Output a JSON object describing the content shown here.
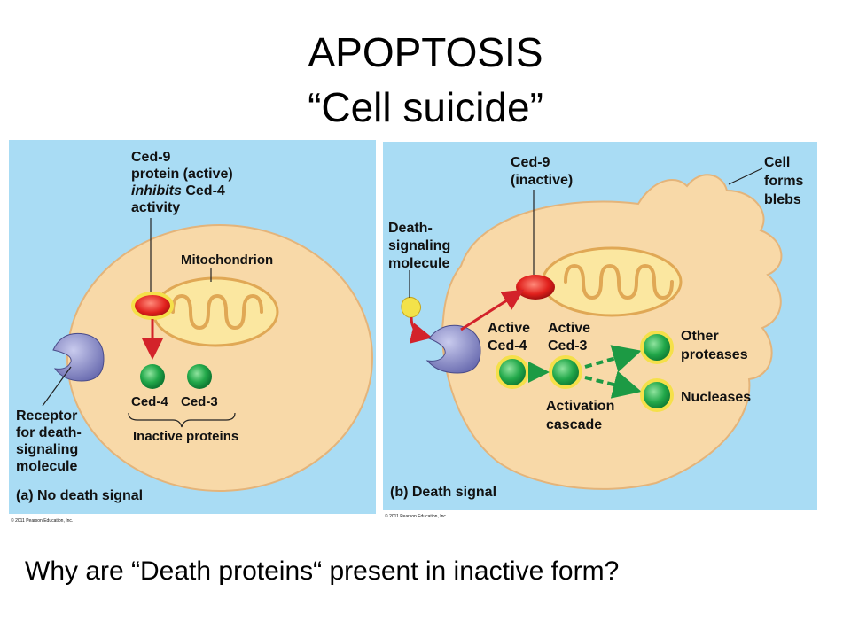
{
  "title": {
    "line1": "APOPTOSIS",
    "line2": "“Cell suicide”"
  },
  "question": "Why are “Death proteins“ present in inactive form?",
  "colors": {
    "panel_bg": "#a9dcf4",
    "cell_fill": "#f8d9a8",
    "cell_stroke": "#d9a86a",
    "mito_fill": "#fbe7a0",
    "ced9": "#e0201c",
    "green": "#1ea84a",
    "receptor": "#8e8fc9",
    "signal": "#f3e24a",
    "arrow_red": "#d3222a",
    "arrow_green": "#1c9a44"
  },
  "panel_a": {
    "ced9_label": [
      "Ced-9",
      "protein (active)"
    ],
    "ced9_inhibits": "inhibits",
    "ced9_rest": " Ced-4",
    "ced9_activity": "activity",
    "mitochondrion": "Mitochondrion",
    "ced4": "Ced-4",
    "ced3": "Ced-3",
    "inactive_proteins": "Inactive proteins",
    "receptor_label": [
      "Receptor",
      "for death-",
      "signaling",
      "molecule"
    ],
    "caption": "(a) No death signal",
    "copyright": "© 2011 Pearson Education, Inc."
  },
  "panel_b": {
    "ced9_label": [
      "Ced-9",
      "(inactive)"
    ],
    "blebs_label": [
      "Cell",
      "forms",
      "blebs"
    ],
    "death_label": [
      "Death-",
      "signaling",
      "molecule"
    ],
    "active_ced4": [
      "Active",
      "Ced-4"
    ],
    "active_ced3": [
      "Active",
      "Ced-3"
    ],
    "other_proteases": [
      "Other",
      "proteases"
    ],
    "nucleases": "Nucleases",
    "cascade": [
      "Activation",
      "cascade"
    ],
    "caption": "(b) Death signal",
    "copyright": "© 2011 Pearson Education, Inc."
  }
}
